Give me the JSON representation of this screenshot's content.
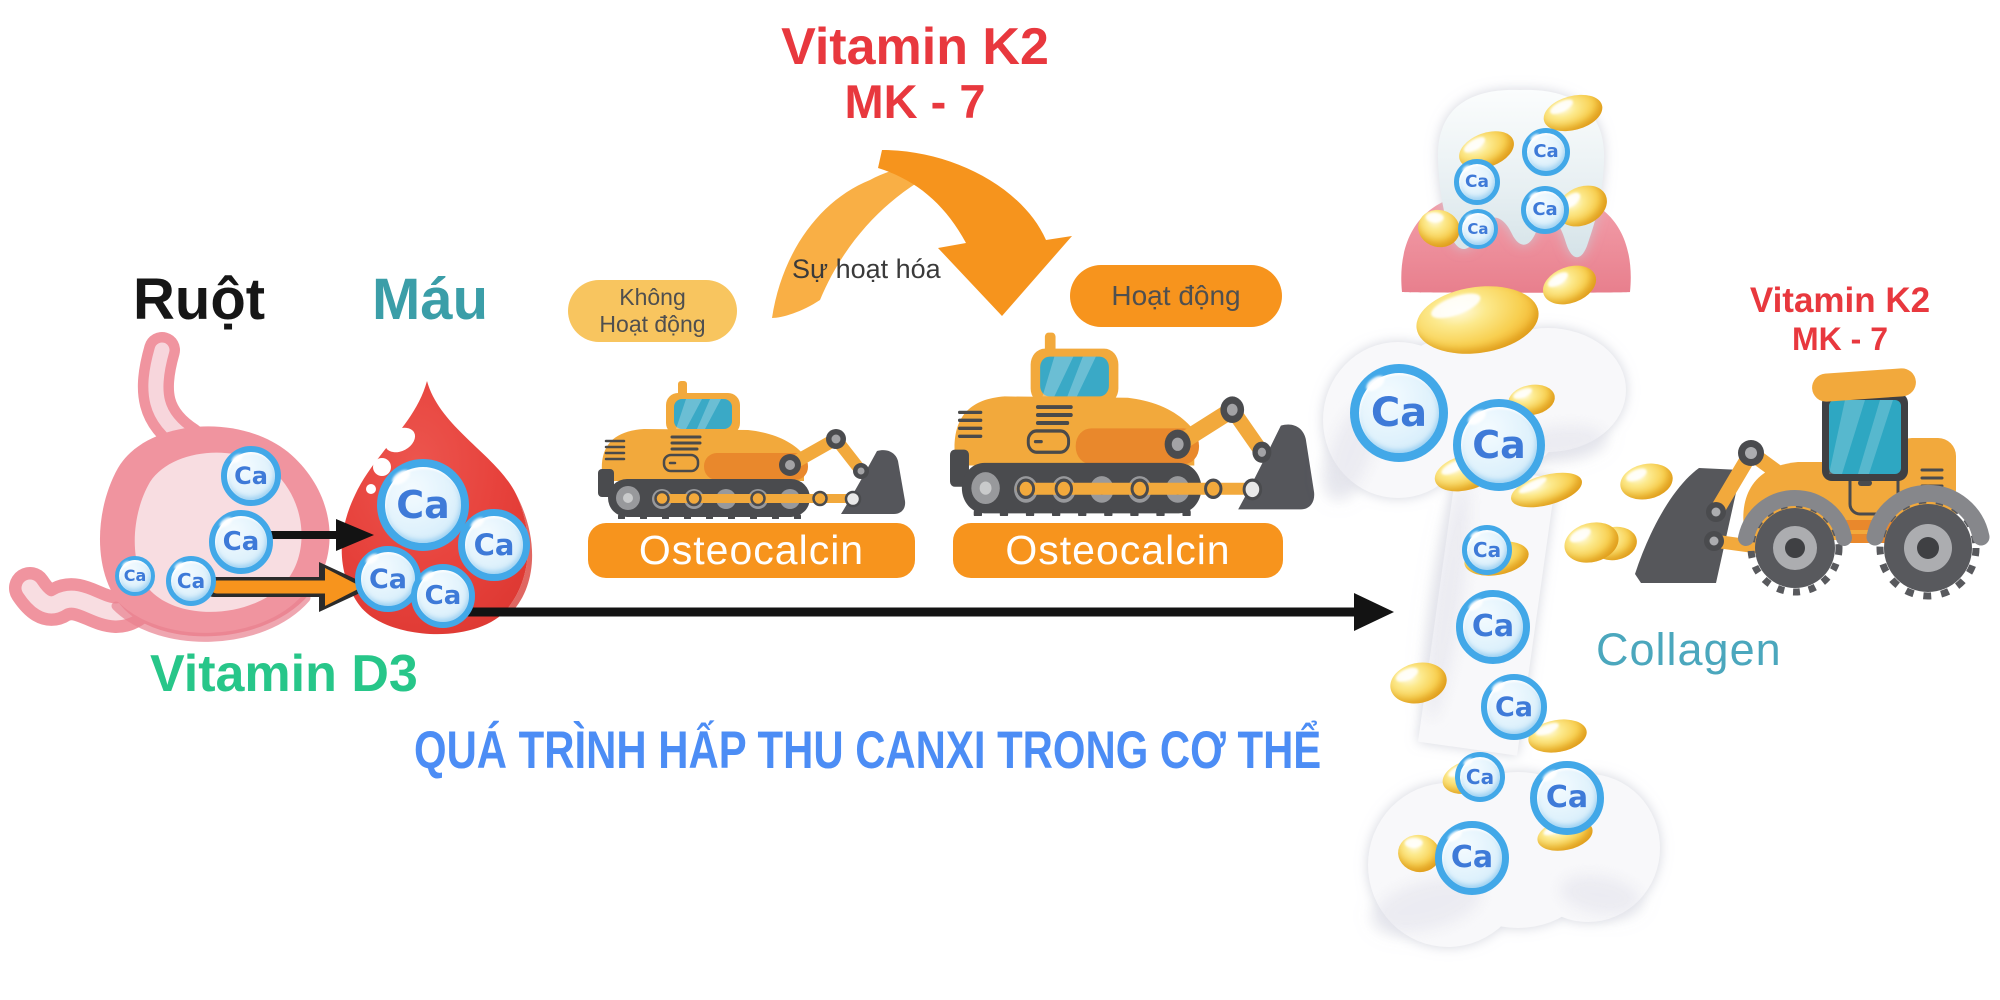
{
  "title": "QUÁ TRÌNH HẤP THU CANXI TRONG CƠ THỂ",
  "left_section": {
    "intestine_label": "Ruột",
    "blood_label": "Máu",
    "vitamin_d3_label": "Vitamin D3"
  },
  "activation_section": {
    "vitamin_k2_heading": {
      "line1": "Vitamin K2",
      "line2": "MK - 7"
    },
    "process_label": "Sự hoạt hóa",
    "inactive_badge": {
      "line1": "Không",
      "line2": "Hoạt động"
    },
    "active_badge": "Hoạt động",
    "osteocalcin_inactive_label": "Osteocalcin",
    "osteocalcin_active_label": "Osteocalcin"
  },
  "bone_section": {
    "collagen_label": "Collagen",
    "vitamin_k2_heading": {
      "line1": "Vitamin K2",
      "line2": "MK - 7"
    }
  },
  "symbols": {
    "calcium": "Ca"
  },
  "colors": {
    "red_heading": "#E8383E",
    "teal_blood": "#3B9EA8",
    "teal_collagen": "#4BA7BD",
    "green_d3": "#27C689",
    "blue_title": "#4C8DF5",
    "orange_active": "#F7941D",
    "orange_inactive": "#F8C55F",
    "blood_red": "#E9443E",
    "stomach_pink": "#F0949F",
    "gum_pink": "#F09AA5",
    "bubble_blue_ring": "#42A8E8",
    "bubble_text_blue": "#3E7AD8",
    "droplet_gold": "#F8D052",
    "machine_yellow": "#F2A93C",
    "bone_white": "#F8F8FA"
  }
}
